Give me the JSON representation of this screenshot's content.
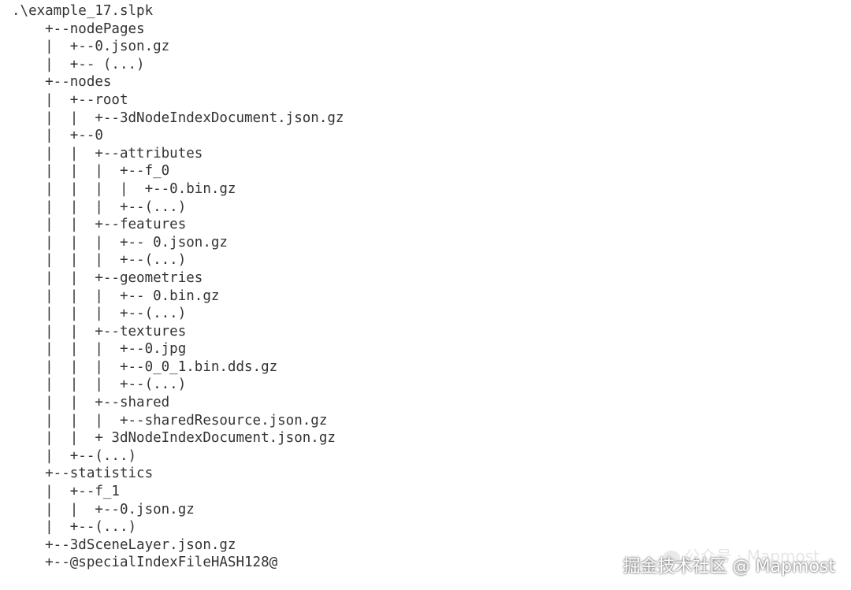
{
  "tree": {
    "lines": [
      ".\\example_17.slpk",
      "    +--nodePages",
      "    |  +--0.json.gz",
      "    |  +-- (...)",
      "    +--nodes",
      "    |  +--root",
      "    |  |  +--3dNodeIndexDocument.json.gz",
      "    |  +--0",
      "    |  |  +--attributes",
      "    |  |  |  +--f_0",
      "    |  |  |  |  +--0.bin.gz",
      "    |  |  |  +--(...)",
      "    |  |  +--features",
      "    |  |  |  +-- 0.json.gz",
      "    |  |  |  +--(...)",
      "    |  |  +--geometries",
      "    |  |  |  +-- 0.bin.gz",
      "    |  |  |  +--(...)",
      "    |  |  +--textures",
      "    |  |  |  +--0.jpg",
      "    |  |  |  +--0_0_1.bin.dds.gz",
      "    |  |  |  +--(...)",
      "    |  |  +--shared",
      "    |  |  |  +--sharedResource.json.gz",
      "    |  |  + 3dNodeIndexDocument.json.gz",
      "    |  +--(...)",
      "    +--statistics",
      "    |  +--f_1",
      "    |  |  +--0.json.gz",
      "    |  +--(...)",
      "    +--3dSceneLayer.json.gz",
      "    +--@specialIndexFileHASH128@"
    ]
  },
  "watermark": {
    "back_text": "公众号 · Mapmost",
    "front_text": "掘金技术社区 @ Mapmost"
  }
}
